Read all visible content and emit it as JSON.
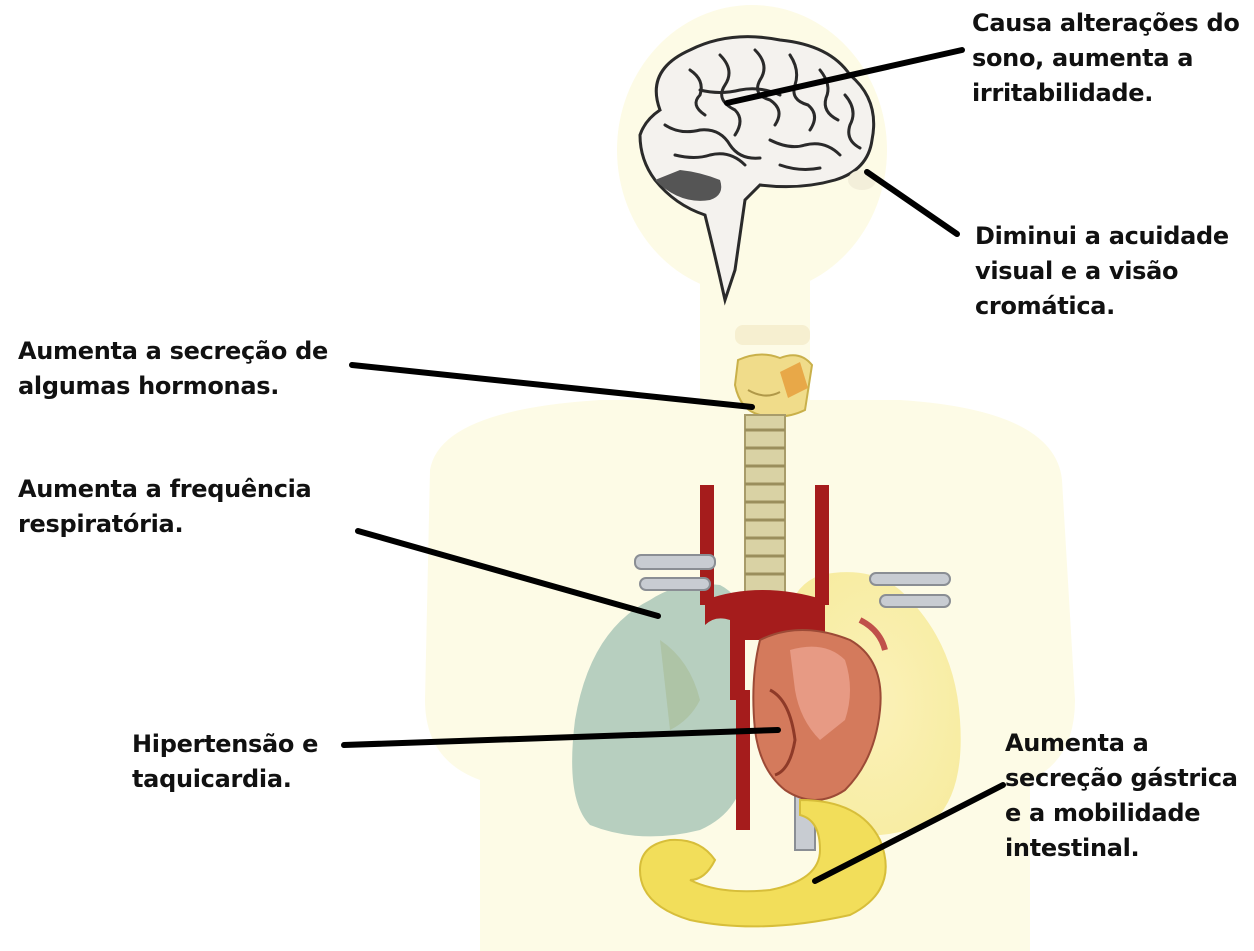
{
  "diagram": {
    "annotations": {
      "brain": {
        "lines": [
          "Causa alterações do",
          "sono, aumenta a",
          "irritabilidade."
        ]
      },
      "eyes": {
        "lines": [
          "Diminui a acuidade",
          "visual e a visão",
          "cromática."
        ]
      },
      "thyroid": {
        "lines": [
          "Aumenta a secreção de",
          "algumas hormonas."
        ]
      },
      "lungs": {
        "lines": [
          "Aumenta a frequência",
          "respiratória."
        ]
      },
      "heart": {
        "lines": [
          "Hipertensão e",
          "taquicardia."
        ]
      },
      "stomach": {
        "lines": [
          "Aumenta a",
          "secreção gástrica",
          "e a mobilidade",
          "intestinal."
        ]
      }
    },
    "colors": {
      "body_silhouette": "#fdfbe6",
      "lung": "#b7cfbf",
      "aorta": "#a51c1c",
      "heart": "#d47a5c",
      "stomach": "#f2de5a",
      "thyroid": "#f0dc8a",
      "trachea": "#c9bf8a",
      "leader_line": "#000000"
    }
  }
}
